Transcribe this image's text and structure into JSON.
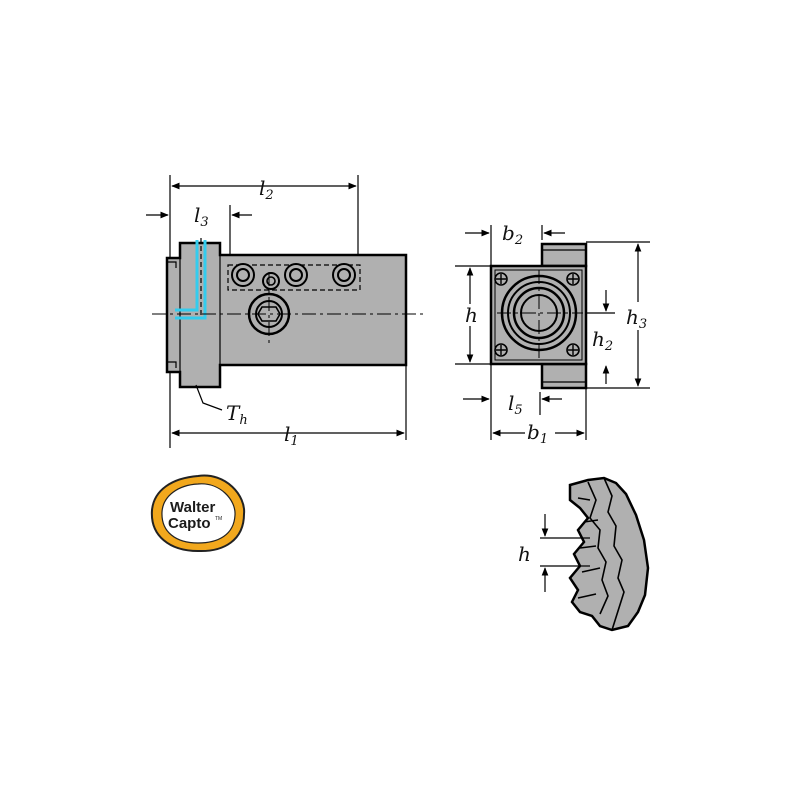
{
  "labels": {
    "l1": "l",
    "l1_sub": "1",
    "l2": "l",
    "l2_sub": "2",
    "l3": "l",
    "l3_sub": "3",
    "l5": "l",
    "l5_sub": "5",
    "th": "T",
    "th_sub": "h",
    "b1": "b",
    "b1_sub": "1",
    "b2": "b",
    "b2_sub": "2",
    "h": "h",
    "h2": "h",
    "h2_sub": "2",
    "h3": "h",
    "h3_sub": "3",
    "h_detail": "h"
  },
  "logo": {
    "line1": "Walter",
    "line2": "Capto",
    "tm": "TM"
  },
  "colors": {
    "body_fill": "#b0b0b0",
    "coolant": "#33ccee",
    "logo_orange": "#f2a81d"
  }
}
